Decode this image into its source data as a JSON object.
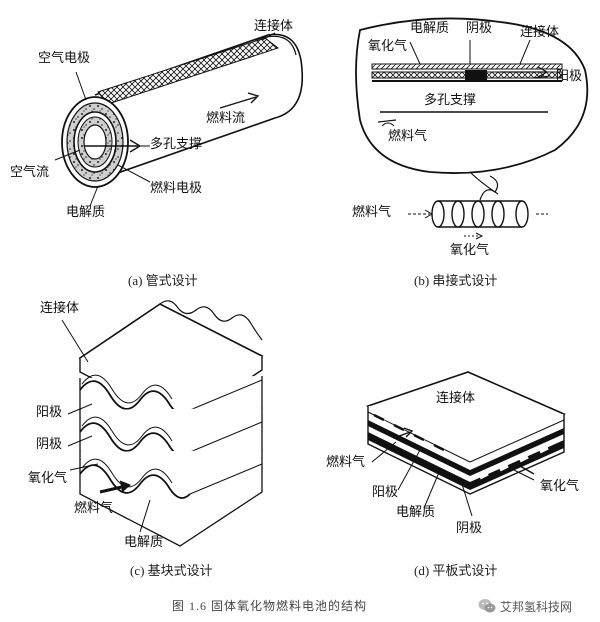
{
  "panel_a": {
    "labels": {
      "connector": "连接体",
      "air_electrode": "空气电极",
      "fuel_flow": "燃料流",
      "porous_support": "多孔支撑",
      "air_flow": "空气流",
      "fuel_electrode": "燃料电极",
      "electrolyte": "电解质"
    },
    "caption": "(a)  管式设计"
  },
  "panel_b": {
    "labels": {
      "electrolyte": "电解质",
      "cathode": "阴极",
      "connector": "连接体",
      "oxidant": "氧化气",
      "anode": "阳极",
      "porous_support": "多孔支撑",
      "fuel_gas_top": "燃料气",
      "fuel_gas_bottom": "燃料气",
      "oxidant_bottom": "氧化气"
    },
    "caption": "(b)  串接式设计"
  },
  "panel_c": {
    "labels": {
      "connector": "连接体",
      "anode": "阳极",
      "cathode": "阴极",
      "oxidant": "氧化气",
      "fuel_gas": "燃料气",
      "electrolyte": "电解质"
    },
    "caption": "(c)  基块式设计"
  },
  "panel_d": {
    "labels": {
      "connector": "连接体",
      "fuel_gas": "燃料气",
      "anode": "阳极",
      "electrolyte": "电解质",
      "cathode": "阴极",
      "oxidant": "氧化气"
    },
    "caption": "(d)  平板式设计"
  },
  "figure_caption": "图 1.6    固体氧化物燃料电池的结构",
  "watermark": "艾邦氢科技网"
}
